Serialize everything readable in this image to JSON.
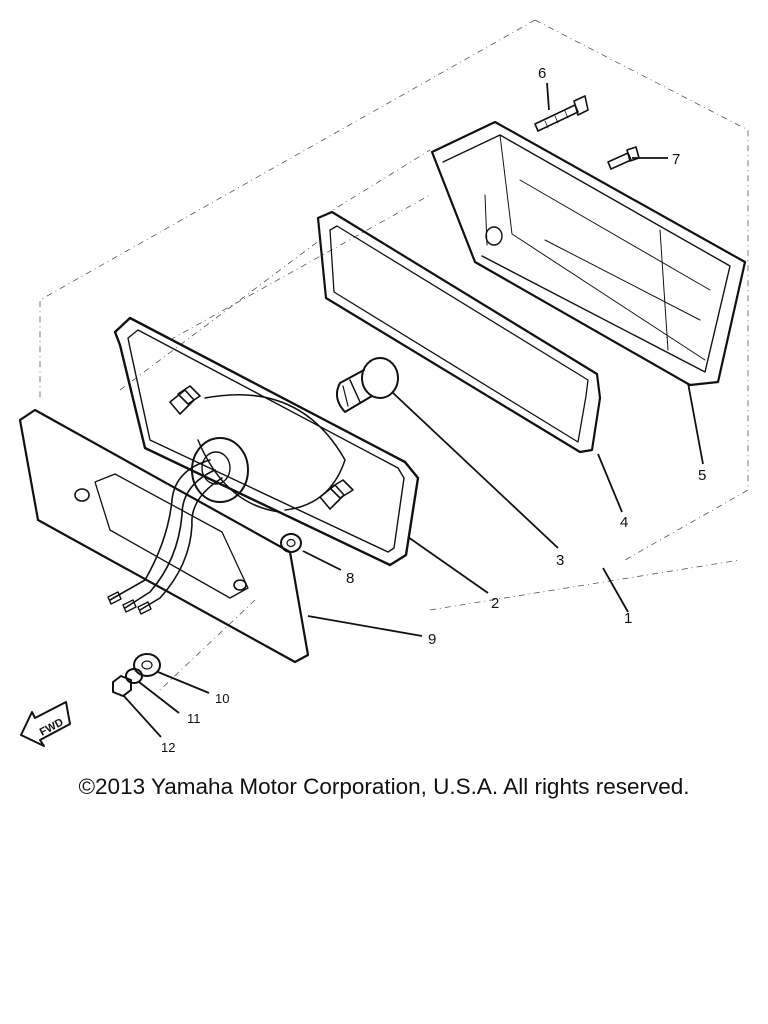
{
  "callouts": {
    "c1": "1",
    "c2": "2",
    "c3": "3",
    "c4": "4",
    "c5": "5",
    "c6": "6",
    "c7": "7",
    "c8": "8",
    "c9": "9",
    "c10": "10",
    "c11": "11",
    "c12": "12"
  },
  "fwd_label": "FWD",
  "copyright": "©2013 Yamaha Motor Corporation, U.S.A. All rights reserved."
}
